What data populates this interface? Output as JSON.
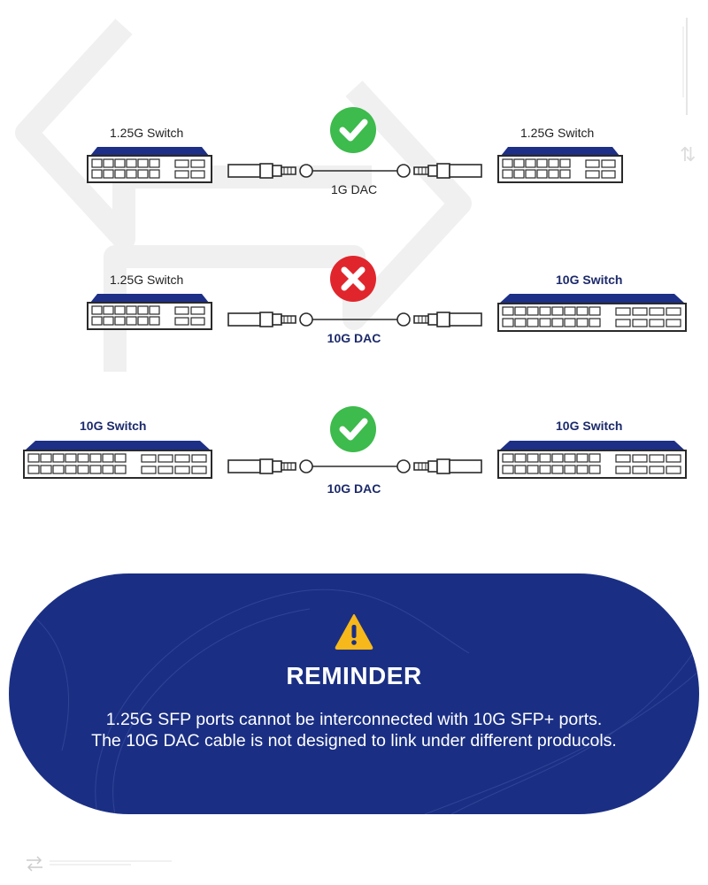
{
  "rows": [
    {
      "status": "compatible",
      "status_icon": "check-icon",
      "left_switch": {
        "label": "1.25G Switch",
        "type": "1.25G"
      },
      "right_switch": {
        "label": "1.25G Switch",
        "type": "1.25G"
      },
      "cable_label": "1G DAC"
    },
    {
      "status": "incompatible",
      "status_icon": "cross-icon",
      "left_switch": {
        "label": "1.25G Switch",
        "type": "1.25G"
      },
      "right_switch": {
        "label": "10G Switch",
        "type": "10G"
      },
      "cable_label": "10G DAC"
    },
    {
      "status": "compatible",
      "status_icon": "check-icon",
      "left_switch": {
        "label": "10G Switch",
        "type": "10G"
      },
      "right_switch": {
        "label": "10G Switch",
        "type": "10G"
      },
      "cable_label": "10G DAC"
    }
  ],
  "reminder": {
    "icon": "warning-icon",
    "title": "REMINDER",
    "line1": "1.25G SFP ports cannot be interconnected with 10G SFP+ ports.",
    "line2": "The 10G DAC cable is not designed to link under different producols."
  },
  "colors": {
    "navy": "#1a2f84",
    "switch_blue": "#1d2f86",
    "check_green": "#3dbb4c",
    "cross_red": "#e0262c",
    "warning_yellow": "#f6b81a"
  }
}
